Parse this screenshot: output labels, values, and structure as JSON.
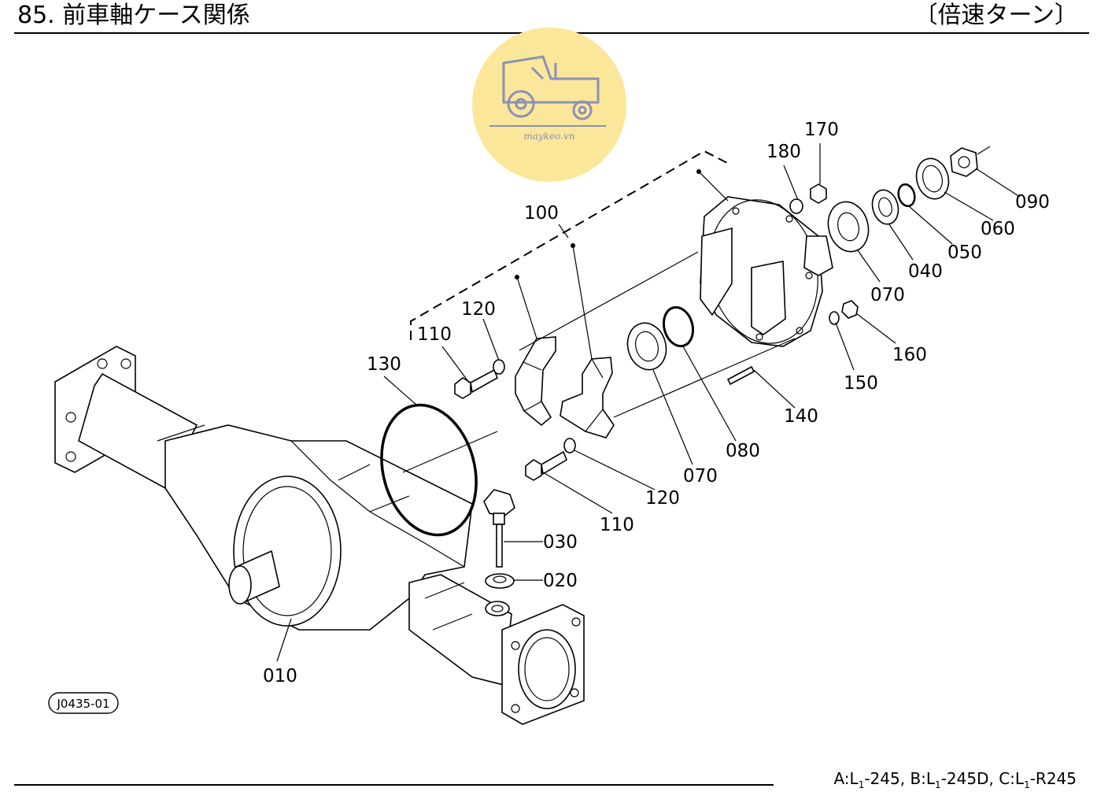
{
  "header": {
    "title": "85. 前車軸ケース関係",
    "variant": "〔倍速ターン〕"
  },
  "watermark": {
    "text": "maykeo.vn",
    "color": "#fbe79a",
    "icon": "tractor-icon"
  },
  "diagram_code": "J0435-01",
  "models": [
    {
      "prefix": "A:L",
      "sub": "1",
      "suffix": "-245"
    },
    {
      "prefix": "B:L",
      "sub": "1",
      "suffix": "-245D"
    },
    {
      "prefix": "C:L",
      "sub": "1",
      "suffix": "-R245"
    }
  ],
  "parts": {
    "p010": "010",
    "p020": "020",
    "p030": "030",
    "p040": "040",
    "p050": "050",
    "p060": "060",
    "p070a": "070",
    "p070b": "070",
    "p080": "080",
    "p090": "090",
    "p100": "100",
    "p110a": "110",
    "p110b": "110",
    "p120a": "120",
    "p120b": "120",
    "p130": "130",
    "p140": "140",
    "p150": "150",
    "p160": "160",
    "p170": "170",
    "p180": "180"
  }
}
